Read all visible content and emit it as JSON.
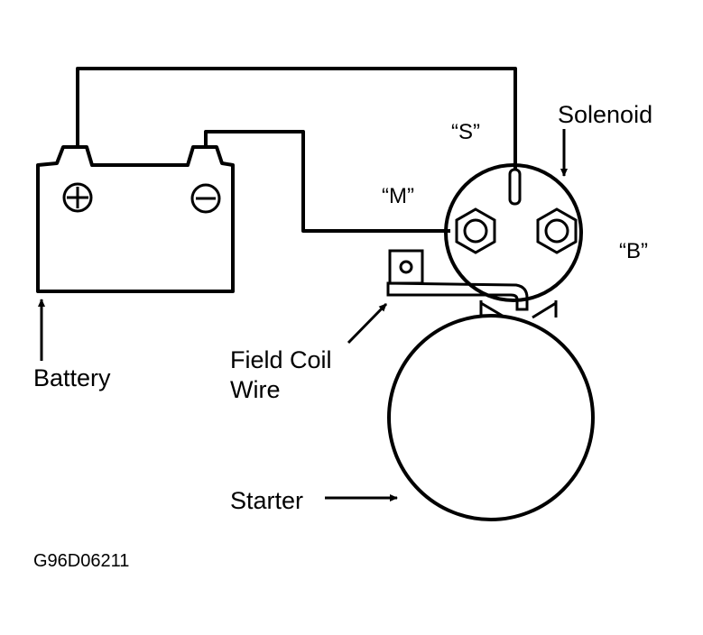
{
  "diagram": {
    "type": "starter motor wiring diagram",
    "labels": {
      "battery": "Battery",
      "solenoid": "Solenoid",
      "terminal_s": "“S”",
      "terminal_m": "“M”",
      "terminal_b": "“B”",
      "field_coil_line1": "Field Coil",
      "field_coil_line2": "Wire",
      "starter": "Starter",
      "figure_id": "G96D06211"
    },
    "battery_terminals": {
      "positive_symbol": "+",
      "negative_symbol": "−"
    },
    "connections": [
      {
        "from": "Battery +",
        "to": "Solenoid S terminal"
      },
      {
        "from": "Battery −",
        "to": "Solenoid M terminal"
      }
    ],
    "colors": {
      "line": "#000000",
      "background": "#ffffff"
    }
  }
}
